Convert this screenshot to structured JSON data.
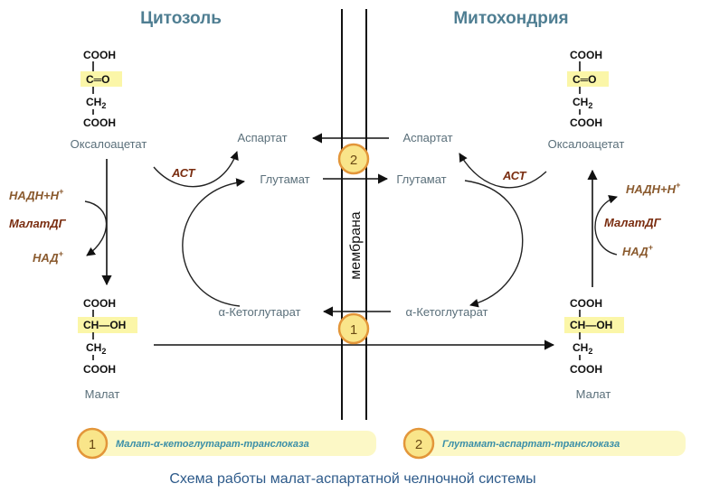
{
  "headers": {
    "cytosol": "Цитозоль",
    "mitochondria": "Митохондрия"
  },
  "formula": {
    "cooh": "COOH",
    "keto": "C═O",
    "ch": "CH",
    "h2_sub": "2",
    "choh": "CH—OH"
  },
  "labels": {
    "oxaloacetate": "Оксалоацетат",
    "malate": "Малат",
    "aspartate": "Аспартат",
    "glutamate": "Глутамат",
    "alpha_ketoglutarate": "α-Кетоглутарат",
    "membrane": "мембрана"
  },
  "cofactors": {
    "nadh": "НАДН+Н",
    "plus": "+",
    "nad": "НАД",
    "malate_dh": "МалатДГ",
    "ast": "АСТ"
  },
  "transporters": [
    {
      "number": "1",
      "name": "Малат-α-кетоглутарат-транслоказа"
    },
    {
      "number": "2",
      "name": "Глутамат-аспартат-транслоказа"
    }
  ],
  "caption": "Схема работы малат-аспартатной челночной системы",
  "colors": {
    "header": "#4f7e92",
    "highlight": "#fbf6a8",
    "circle_fill": "#f9e58a",
    "circle_stroke": "#e3963a",
    "cofactor": "#8a5a2e",
    "enzyme": "#7a2d10",
    "legend_text": "#3a8fa8",
    "caption": "#2d5a8a"
  }
}
